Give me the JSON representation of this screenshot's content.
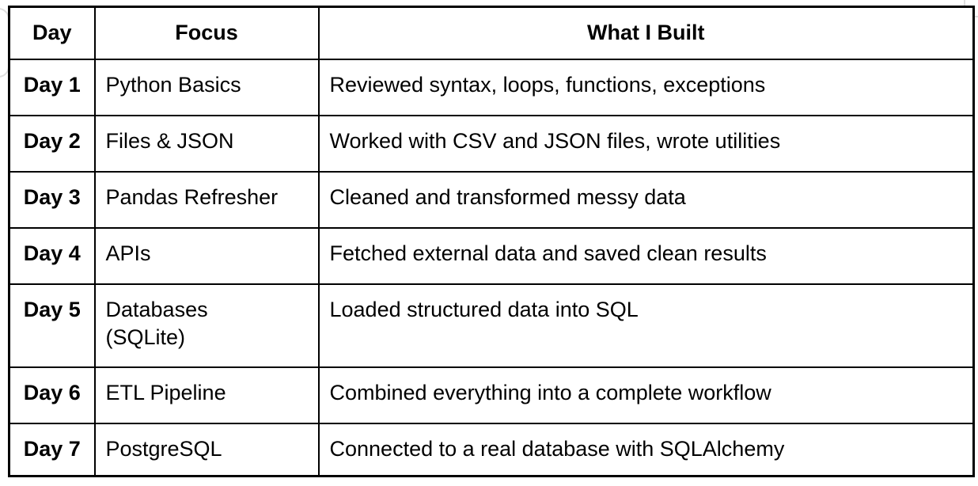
{
  "meta": {
    "border_color": "#000000",
    "background_color": "#ffffff",
    "text_color": "#000000"
  },
  "table": {
    "columns": [
      {
        "id": "day",
        "label": "Day"
      },
      {
        "id": "focus",
        "label": "Focus"
      },
      {
        "id": "built",
        "label": "What I Built"
      }
    ],
    "rows": [
      {
        "day": "Day 1",
        "focus": "Python Basics",
        "built": "Reviewed syntax, loops, functions, exceptions"
      },
      {
        "day": "Day 2",
        "focus": "Files & JSON",
        "built": "Worked with CSV and JSON files, wrote utilities"
      },
      {
        "day": "Day 3",
        "focus": "Pandas Refresher",
        "built": "Cleaned and transformed messy data"
      },
      {
        "day": "Day 4",
        "focus": "APIs",
        "built": "Fetched external data and saved clean results"
      },
      {
        "day": "Day 5",
        "focus": "Databases\n(SQLite)",
        "built": "Loaded structured data into SQL"
      },
      {
        "day": "Day 6",
        "focus": "ETL Pipeline",
        "built": "Combined everything into a complete workflow"
      },
      {
        "day": "Day 7",
        "focus": "PostgreSQL",
        "built": "Connected to a real database with SQLAlchemy"
      }
    ]
  }
}
